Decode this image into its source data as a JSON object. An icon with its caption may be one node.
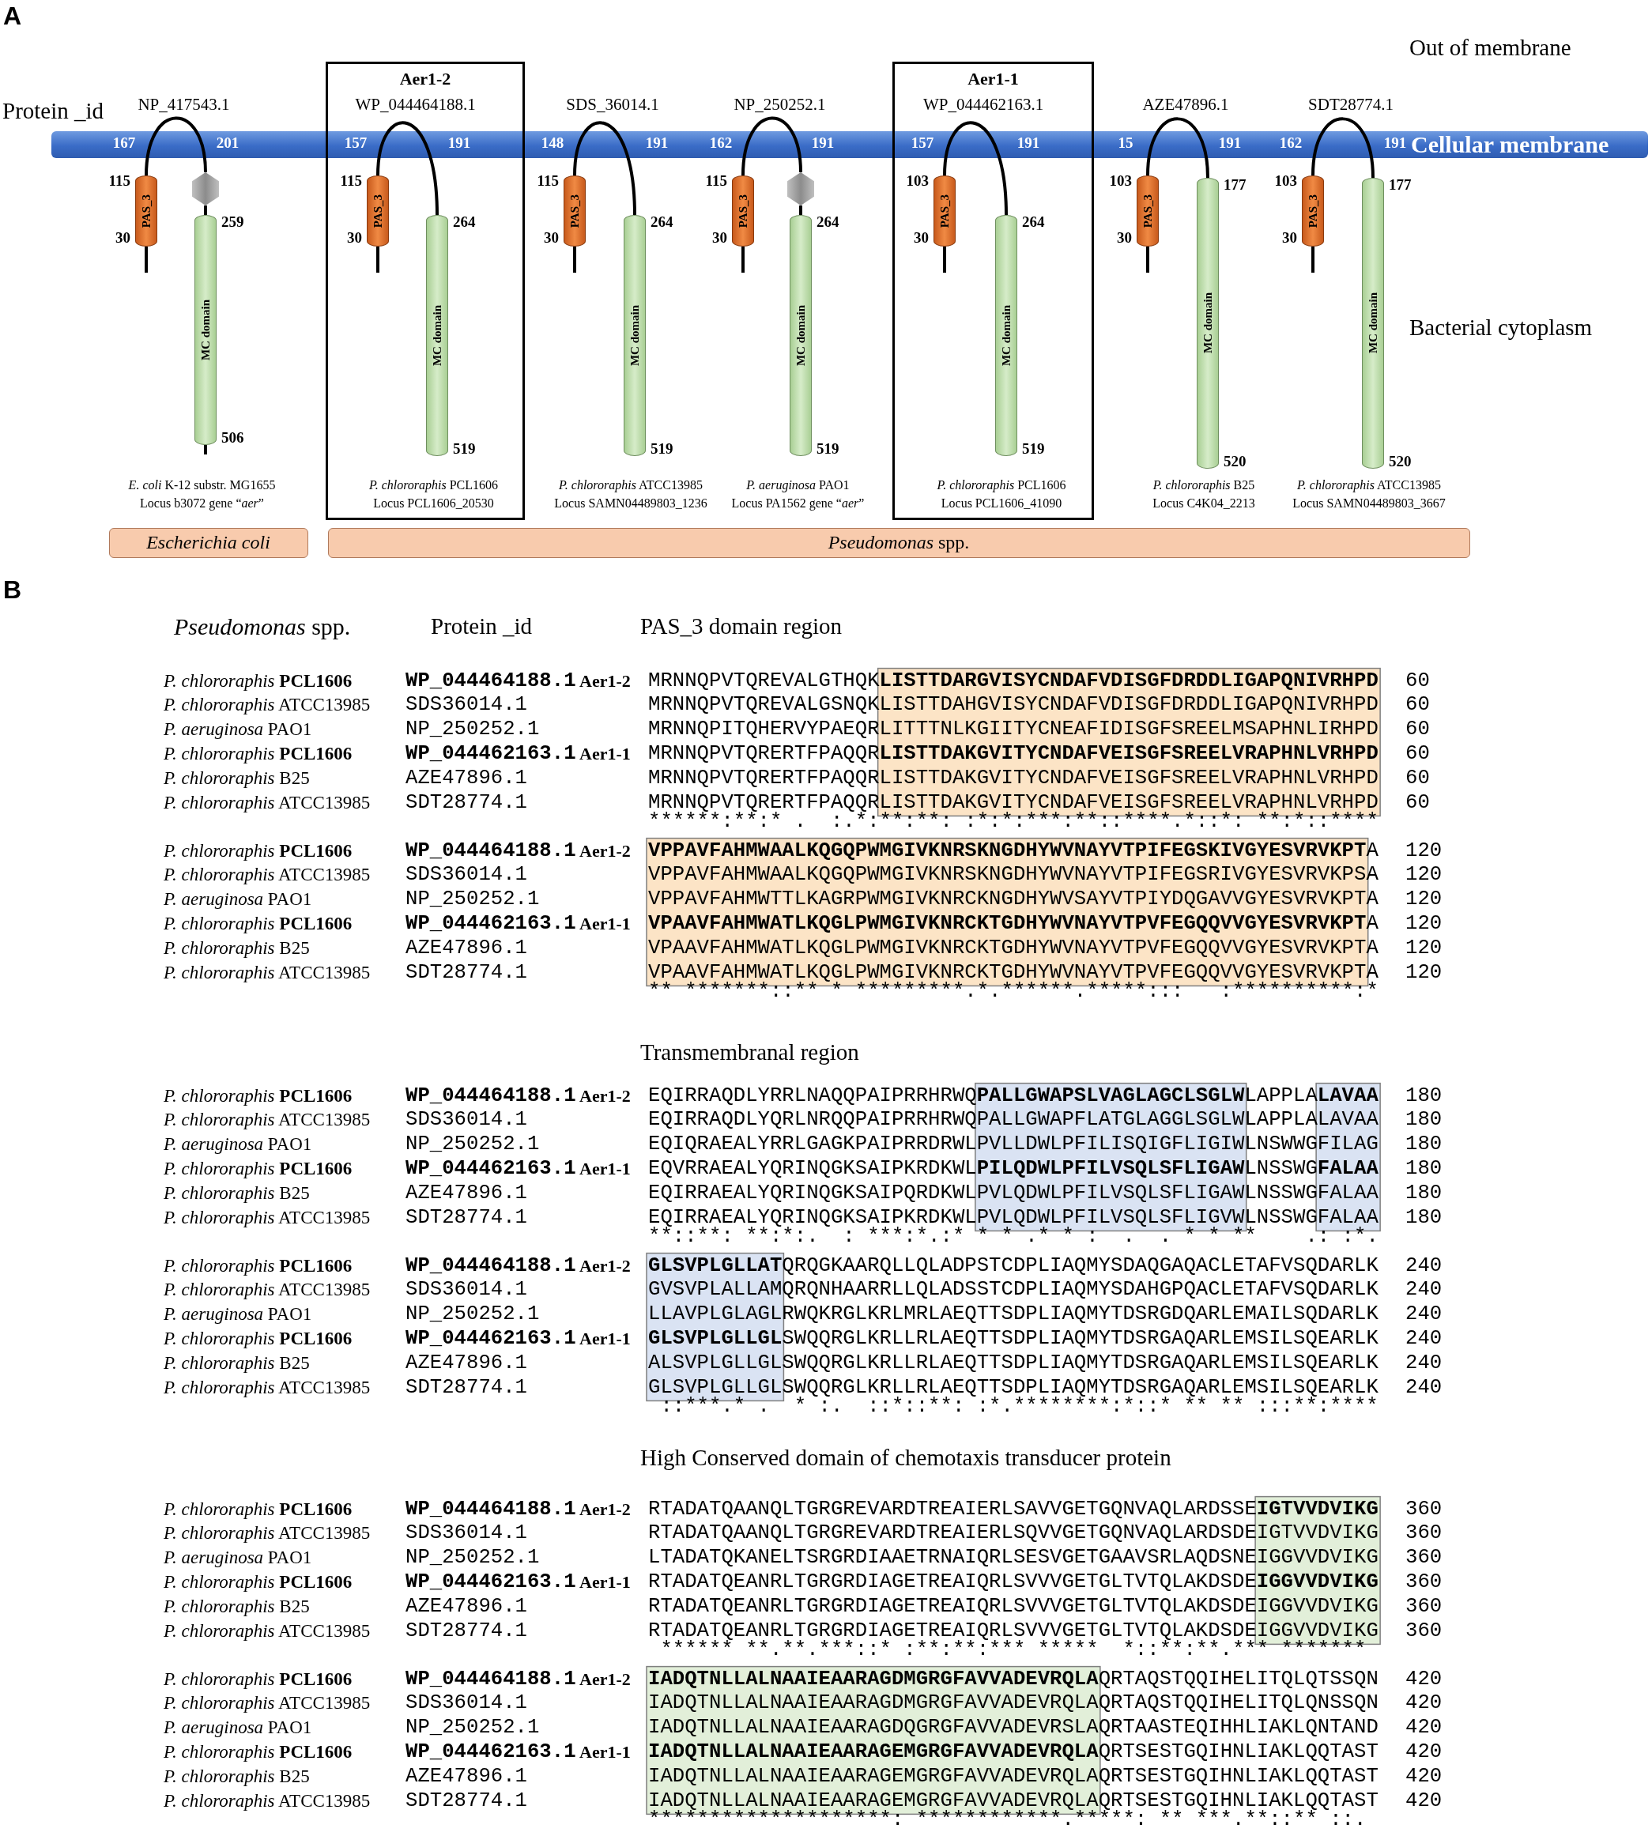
{
  "diagram": {
    "nodes": [
      {
        "text": [
          "PAS_3"
        ],
        "beside": [
          "115",
          "30"
        ]
      },
      {
        "text": [],
        "shape": "hexagon"
      },
      {
        "text": [
          "MC domain"
        ],
        "beside": [
          "259",
          "506"
        ]
      },
      {
        "text": [
          "Aer1-2"
        ]
      },
      {
        "text": [
          "PAS_3"
        ],
        "beside": [
          "115",
          "30"
        ],
        "in": 3
      },
      {
        "text": [
          "MC domain"
        ],
        "beside": [
          "264",
          "519"
        ],
        "in": 3
      },
      {
        "text": [
          "PAS_3"
        ],
        "beside": [
          "115",
          "30"
        ]
      },
      {
        "text": [
          "MC domain"
        ],
        "beside": [
          "264",
          "519"
        ]
      },
      {
        "text": [
          "PAS_3"
        ],
        "beside": [
          "115",
          "30"
        ]
      },
      {
        "text": [],
        "shape": "hexagon"
      },
      {
        "text": [
          "MC domain"
        ],
        "beside": [
          "264",
          "519"
        ]
      },
      {
        "text": [
          "Aer1-1"
        ]
      },
      {
        "text": [
          "PAS_3"
        ],
        "beside": [
          "103",
          "30"
        ],
        "in": 11
      },
      {
        "text": [
          "MC domain"
        ],
        "beside": [
          "264",
          "519"
        ],
        "in": 11
      },
      {
        "text": [
          "PAS_3"
        ],
        "beside": [
          "103",
          "30"
        ]
      },
      {
        "text": [
          "MC domain"
        ],
        "beside": [
          "177",
          "520"
        ]
      },
      {
        "text": [
          "PAS_3"
        ],
        "beside": [
          "103",
          "30"
        ]
      },
      {
        "text": [
          "MC domain"
        ],
        "beside": [
          "177",
          "520"
        ]
      },
      {
        "text": [
          "Escherichia coli"
        ]
      },
      {
        "text": [
          "*Pseudomonas* spp."
        ]
      }
    ],
    "edges": [
      {
        "from": 0,
        "to": 1,
        "arrow": "none"
      },
      {
        "from": 1,
        "to": 2,
        "arrow": "none"
      },
      {
        "from": 4,
        "to": 5,
        "arrow": "none"
      },
      {
        "from": 6,
        "to": 7,
        "arrow": "none"
      },
      {
        "from": 8,
        "to": 9,
        "arrow": "none"
      },
      {
        "from": 9,
        "to": 10,
        "arrow": "none"
      },
      {
        "from": 12,
        "to": 13,
        "arrow": "none"
      },
      {
        "from": 14,
        "to": 15,
        "arrow": "none"
      },
      {
        "from": 16,
        "to": 17,
        "arrow": "none"
      }
    ],
    "labels": [
      "A",
      "Out of membrane",
      "Protein _id",
      "NP_417543.1",
      "167",
      "201",
      "WP_044464188.1",
      "157",
      "191",
      "SDS_36014.1",
      "148",
      "191",
      "NP_250252.1",
      "162",
      "191",
      "WP_044462163.1",
      "157",
      "191",
      "AZE47896.1",
      "15",
      "191",
      "SDT28774.1",
      "162",
      "191",
      "Cellular membrane",
      "Bacterial cytoplasm",
      "*E. coli* K-12 substr. MG1655",
      "Locus b3072 gene “*aer*”",
      "*P. chlororaphis* PCL1606",
      "Locus PCL1606_20530",
      "*P. chlororaphis* ATCC13985",
      "Locus SAMN04489803_1236",
      "*P. aeruginosa* PAO1",
      "Locus PA1562 gene “*aer*”",
      "*P. chlororaphis* PCL1606",
      "Locus PCL1606_41090",
      "*P. chlororaphis* B25",
      "Locus C4K04_2213",
      "*P. chlororaphis* ATCC13985",
      "Locus SAMN04489803_3667",
      "B",
      "*Pseudomonas* spp.",
      "Protein _id",
      "PAS_3 domain region",
      "*P. chlororaphis* **PCL1606**",
      "WP_044464188.1",
      "Aer1-2",
      "MRNNQPVTQREVALGTHQK**LISTTDARGVISYCNDAFVDISGFDRDDLIGAPQNIVRHPD**",
      "60",
      "*P. chlororaphis* ATCC13985",
      "SDS36014.1",
      "MRNNQPVTQREVALGSNQKLISTTDAHGVISYCNDAFVDISGFDRDDLIGAPQNIVRHPD",
      "60",
      "*P. aeruginosa* PAO1",
      "NP_250252.1",
      "MRNNQPITQHERVYPAEQRLITTTNLKGIITYCNEAFIDISGFSREELMSAPHNLIRHPD",
      "60",
      "*P. chlororaphis* **PCL1606**",
      "WP_044462163.1",
      "Aer1-1",
      "MRNNQPVTQRERTFPAQQR**LISTTDAKGVITYCNDAFVEISGFSREELVRAPHNLVRHPD**",
      "60",
      "*P. chlororaphis* B25",
      "AZE47896.1",
      "MRNNQPVTQRERTFPAQQRLISTTDAKGVITYCNDAFVEISGFSREELVRAPHNLVRHPD",
      "60",
      "*P. chlororaphis* ATCC13985",
      "SDT28774.1",
      "MRNNQPVTQRERTFPAQQRLISTTDAKGVITYCNDAFVEISGFSREELVRAPHNLVRHPD",
      "60",
      "******:**:* .  :.*:**:**: :*:*:***:**::****.*::*: **:*::****",
      "*P. chlororaphis* **PCL1606**",
      "WP_044464188.1",
      "Aer1-2",
      "**VPPAVFAHMWAALKQGQPWMGIVKNRSKNGDHYWVNAYVTPIFEGSKIVGYESVRVKPT**A",
      "120",
      "*P. chlororaphis* ATCC13985",
      "SDS36014.1",
      "VPPAVFAHMWAALKQGQPWMGIVKNRSKNGDHYWVNAYVTPIFEGSRIVGYESVRVKPSA",
      "120",
      "*P. aeruginosa* PAO1",
      "NP_250252.1",
      "VPPAVFAHMWTTLKAGRPWMGIVKNRCKNGDHYWVSAYVTPIYDQGAVVGYESVRVKPTA",
      "120",
      "*P. chlororaphis* **PCL1606**",
      "WP_044462163.1",
      "Aer1-1",
      "**VPAAVFAHMWATLKQGLPWMGIVKNRCKTGDHYWVNAYVTPVFEGQQVVGYESVRVKPT**A",
      "120",
      "*P. chlororaphis* B25",
      "AZE47896.1",
      "VPAAVFAHMWATLKQGLPWMGIVKNRCKTGDHYWVNAYVTPVFEGQQVVGYESVRVKPTA",
      "120",
      "*P. chlororaphis* ATCC13985",
      "SDT28774.1",
      "VPAAVFAHMWATLKQGLPWMGIVKNRCKTGDHYWVNAYVTPVFEGQQVVGYESVRVKPTA",
      "120",
      "** *******::** * *********.*.******.*****:::   :**********:*",
      "Transmembranal region",
      "*P. chlororaphis* **PCL1606**",
      "WP_044464188.1",
      "Aer1-2",
      "EQIRRAQDLYRRLNAQQPAIPRRHRWQ**PALLGWAPSLVAGLAGCLSGLW**LAPPLA**LAVAA**",
      "180",
      "*P. chlororaphis* ATCC13985",
      "SDS36014.1",
      "EQIRRAQDLYQRLNRQQPAIPRRHRWQPALLGWAPFLATGLAGGLSGLWLAPPLALAVAA",
      "180",
      "*P. aeruginosa* PAO1",
      "NP_250252.1",
      "EQIQRAEALYRRLGAGKPAIPRRDRWLPVLLDWLPFILISQIGFLIGIWLNSWWGFILAG",
      "180",
      "*P. chlororaphis* **PCL1606**",
      "WP_044462163.1",
      "Aer1-1",
      "EQVRRAEALYQRINQGKSAIPKRDKWL**PILQDWLPFILVSQLSFLIGAW**LNSSWG**FALAA**",
      "180",
      "*P. chlororaphis* B25",
      "AZE47896.1",
      "EQIRRAEALYQRINQGKSAIPQRDKWLPVLQDWLPFILVSQLSFLIGAWLNSSWGFALAA",
      "180",
      "*P. chlororaphis* ATCC13985",
      "SDT28774.1",
      "EQIRRAEALYQRINQGKSAIPKRDKWLPVLQDWLPFILVSQLSFLIGVWLNSSWGFALAA",
      "180",
      "**::**: **:*:.  : ***:*.:* * * .* * :  .  . * * **    .: :*.",
      "*P. chlororaphis* **PCL1606**",
      "WP_044464188.1",
      "Aer1-2",
      "**GLSVPLGLLAT**QRQGKAARQLLQLADPSTCDPLIAQMYSDAQGAQACLETAFVSQDARLK",
      "240",
      "*P. chlororaphis* ATCC13985",
      "SDS36014.1",
      "GVSVPLALLAMQRQNHAARRLLQLADSSTCDPLIAQMYSDAHGPQACLETAFVSQDARLK",
      "240",
      "*P. aeruginosa* PAO1",
      "NP_250252.1",
      "LLAVPLGLAGLRWQKRGLKRLMRLAEQTTSDPLIAQMYTDSRGDQARLEMAILSQDARLK",
      "240",
      "*P. chlororaphis* **PCL1606**",
      "WP_044462163.1",
      "Aer1-1",
      "**GLSVPLGLLGL**SWQQRGLKRLLRLAEQTTSDPLIAQMYTDSRGAQARLEMSILSQEARLK",
      "240",
      "*P. chlororaphis* B25",
      "AZE47896.1",
      "ALSVPLGLLGLSWQQRGLKRLLRLAEQTTSDPLIAQMYTDSRGAQARLEMSILSQEARLK",
      "240",
      "*P. chlororaphis* ATCC13985",
      "SDT28774.1",
      "GLSVPLGLLGLSWQQRGLKRLLRLAEQTTSDPLIAQMYTDSRGAQARLEMSILSQEARLK",
      "240",
      "::***.* .  * :.  ::*::**: :*.********:*::* ** ** :::**:****",
      "High Conserved domain of chemotaxis transducer protein",
      "*P. chlororaphis* **PCL1606**",
      "WP_044464188.1",
      "Aer1-2",
      "RTADATQAANQLTGRGREVARDTREAIERLSAVVGETGQNVAQLARDSSE**IGTVVDVIKG**",
      "360",
      "*P. chlororaphis* ATCC13985",
      "SDS36014.1",
      "RTADATQAANQLTGRGREVARDTREAIERLSQVVGETGQNVAQLARDSDEIGTVVDVIKG",
      "360",
      "*P. aeruginosa* PAO1",
      "NP_250252.1",
      "LTADATQKANELTSRGRDIAAETRNAIQRLSESVGETGAAVSRLAQDSNEIGGVVDVIKG",
      "360",
      "*P. chlororaphis* **PCL1606**",
      "WP_044462163.1",
      "Aer1-1",
      "RTADATQEANRLTGRGRDIAGETREAIQRLSVVVGETGLTVTQLAKDSDE**IGGVVDVIKG**",
      "360",
      "*P. chlororaphis* B25",
      "AZE47896.1",
      "RTADATQEANRLTGRGRDIAGETREAIQRLSVVVGETGLTVTQLAKDSDEIGGVVDVIKG",
      "360",
      "*P. chlororaphis* ATCC13985",
      "SDT28774.1",
      "RTADATQEANRLTGRGRDIAGETREAIQRLSVVVGETGLTVTQLAKDSDEIGGVVDVIKG",
      "360",
      "****** **.**.***::* :**:**:*** *****  *::**:**.*** *******",
      "*P. chlororaphis* **PCL1606**",
      "WP_044464188.1",
      "Aer1-2",
      "**IADQTNLLALNAAIEAARAGDMGRGFAVVADEVRQLA**QRTAQSTQQIHELITQLQTSSQN",
      "420",
      "*P. chlororaphis* ATCC13985",
      "SDS36014.1",
      "IADQTNLLALNAAIEAARAGDMGRGFAVVADEVRQLAQRTAQSTQQIHELITQLQNSSQN",
      "420",
      "*P. aeruginosa* PAO1",
      "NP_250252.1",
      "IADQTNLLALNAAIEAARAGDQGRGFAVVADEVRSLAQRTAASTEQIHHLIAKLQNTAND",
      "420",
      "*P. chlororaphis* **PCL1606**",
      "WP_044462163.1",
      "Aer1-1",
      "**IADQTNLLALNAAIEAARAGEMGRGFAVVADEVRQLA**QRTSESTGQIHNLIAKLQQTAST",
      "420",
      "*P. chlororaphis* B25",
      "AZE47896.1",
      "IADQTNLLALNAAIEAARAGEMGRGFAVVADEVRQLAQRTSESTGQIHNLIAKLQQTAST",
      "420",
      "*P. chlororaphis* ATCC13985",
      "SDT28774.1",
      "IADQTNLLALNAAIEAARAGEMGRGFAVVADEVRQLAQRTSESTGQIHNLIAKLQQTAST",
      "420",
      "********************: ************.*****: ** ***.**::** ::."
    ]
  }
}
